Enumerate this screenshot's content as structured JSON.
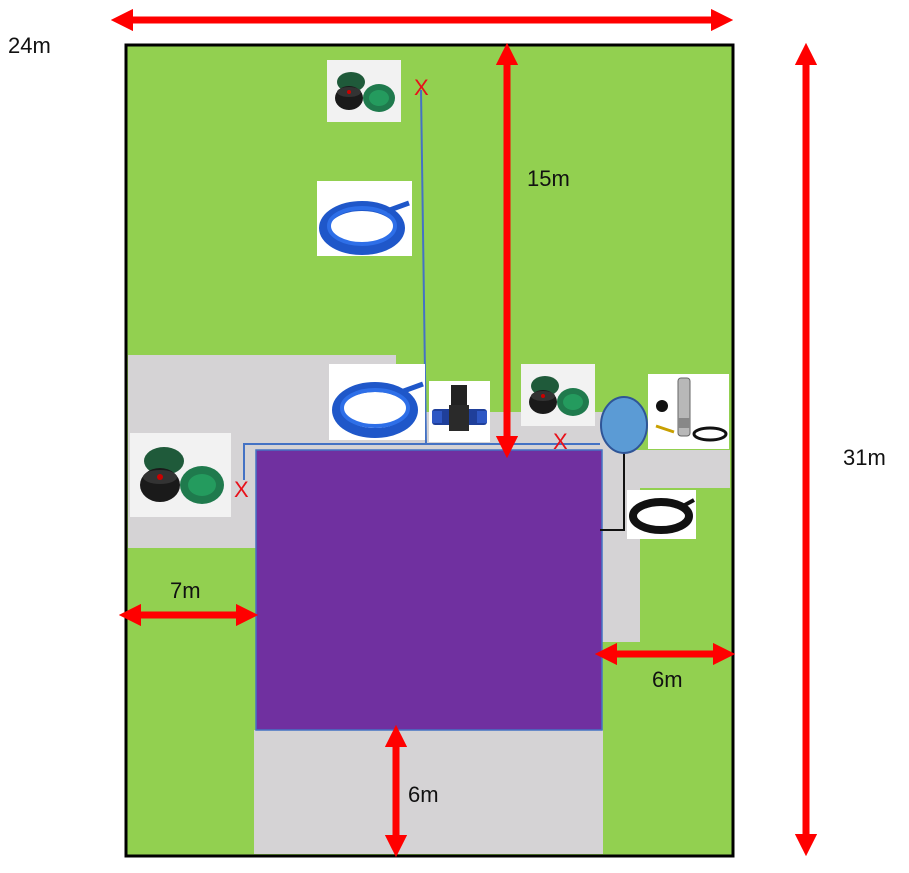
{
  "labels": {
    "width_total": "24m",
    "height_total": "31m",
    "top_distance": "15m",
    "left_distance": "7m",
    "right_distance": "6m",
    "bottom_distance": "6m"
  },
  "markers": {
    "x_top": "X",
    "x_left": "X",
    "x_right": "X"
  },
  "colors": {
    "lawn": "#92d050",
    "paving": "#d5d3d5",
    "house": "#7030a0",
    "arrow": "#ff0000",
    "pipe": "#4472c4",
    "tank": "#5b9bd5",
    "border": "#000000"
  },
  "icons": {
    "valve_box": "valve-box-icon",
    "pipe_coil": "blue-pipe-coil-icon",
    "fitting": "pipe-tee-fitting-icon",
    "pump": "submersible-pump-icon",
    "black_hose": "black-hose-coil-icon",
    "tank": "water-tank-icon"
  }
}
